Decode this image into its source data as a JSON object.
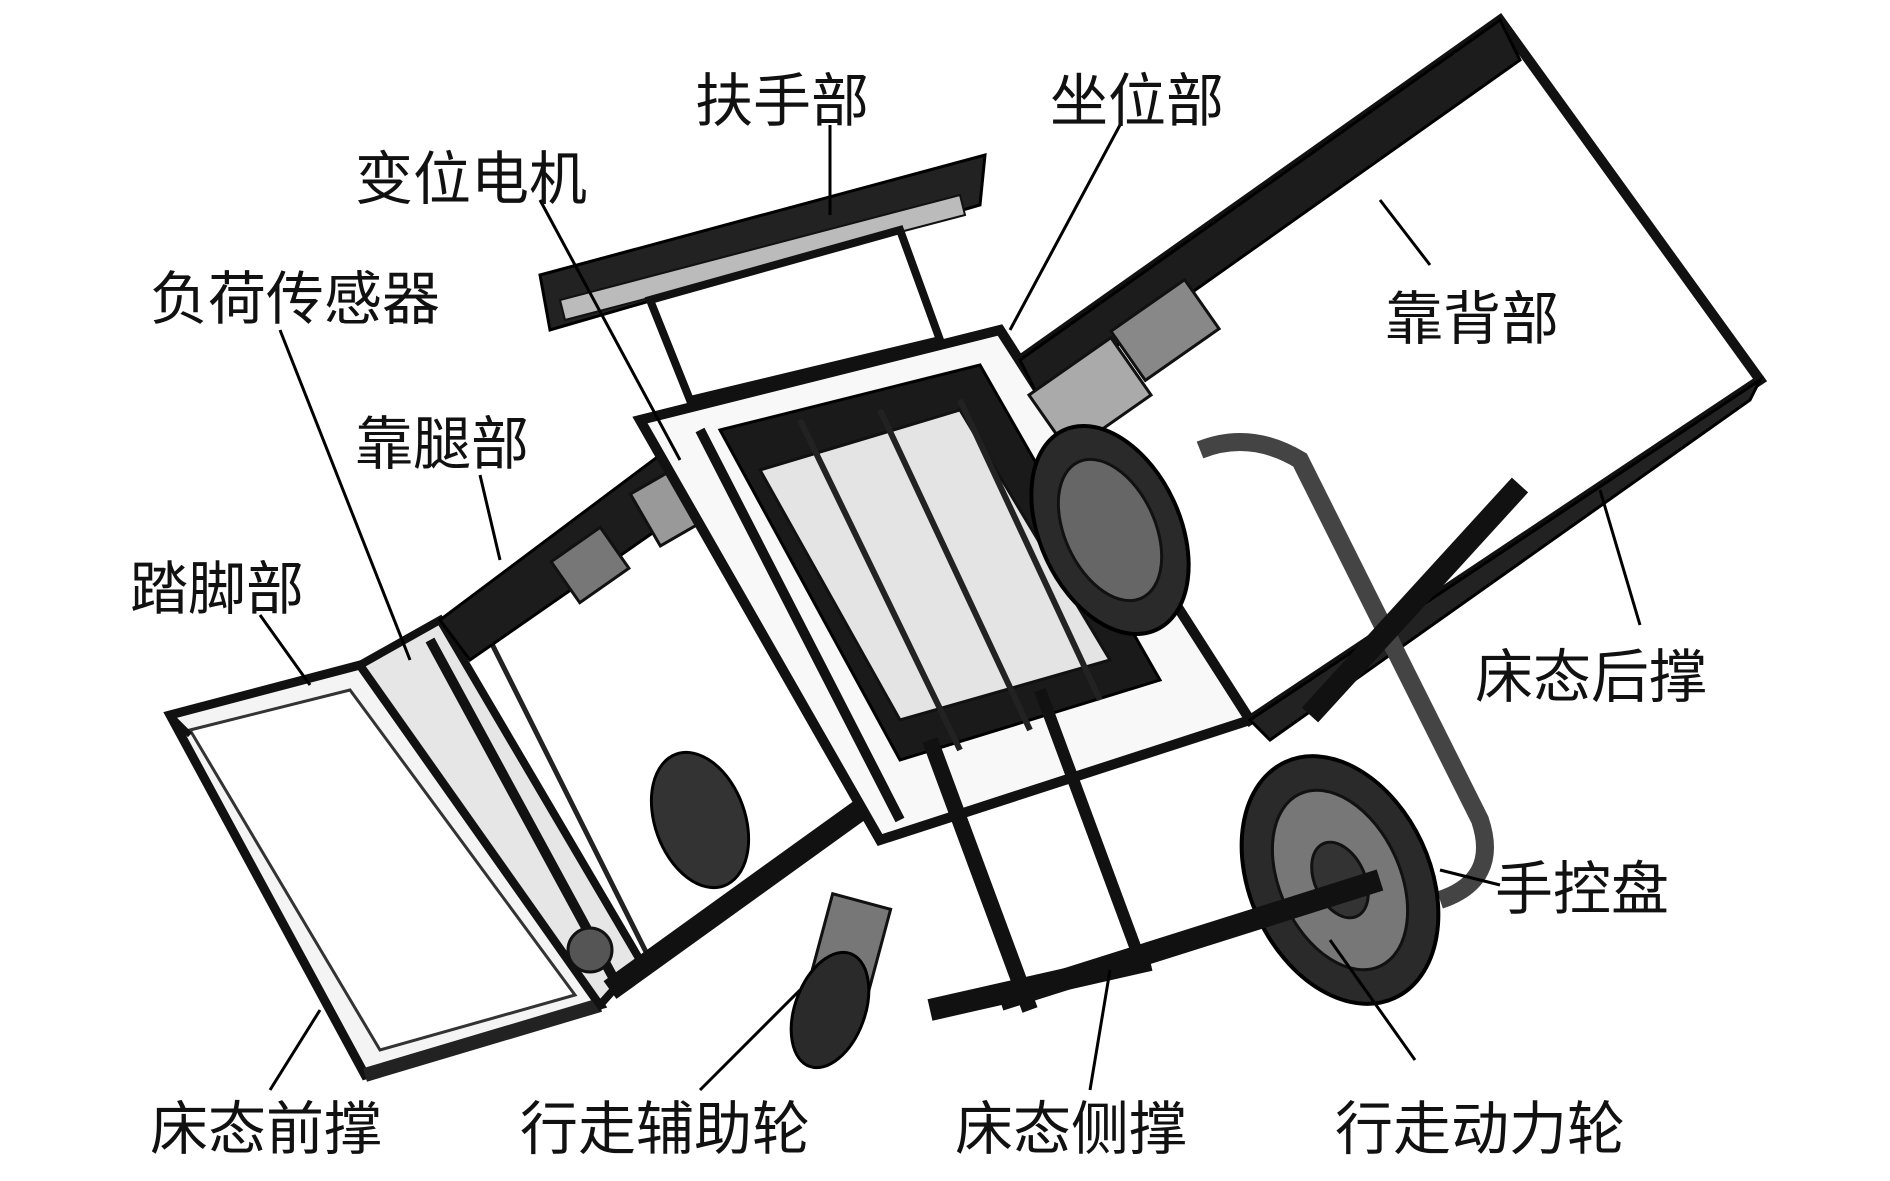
{
  "labels": {
    "armrest": "扶手部",
    "seat": "坐位部",
    "motor": "变位电机",
    "load_sensor": "负荷传感器",
    "backrest": "靠背部",
    "leg_rest": "靠腿部",
    "footrest": "踏脚部",
    "bed_rear_support": "床态后撑",
    "hand_control": "手控盘",
    "bed_front_support": "床态前撑",
    "aux_wheel": "行走辅助轮",
    "bed_side_support": "床态侧撑",
    "drive_wheel": "行走动力轮"
  }
}
